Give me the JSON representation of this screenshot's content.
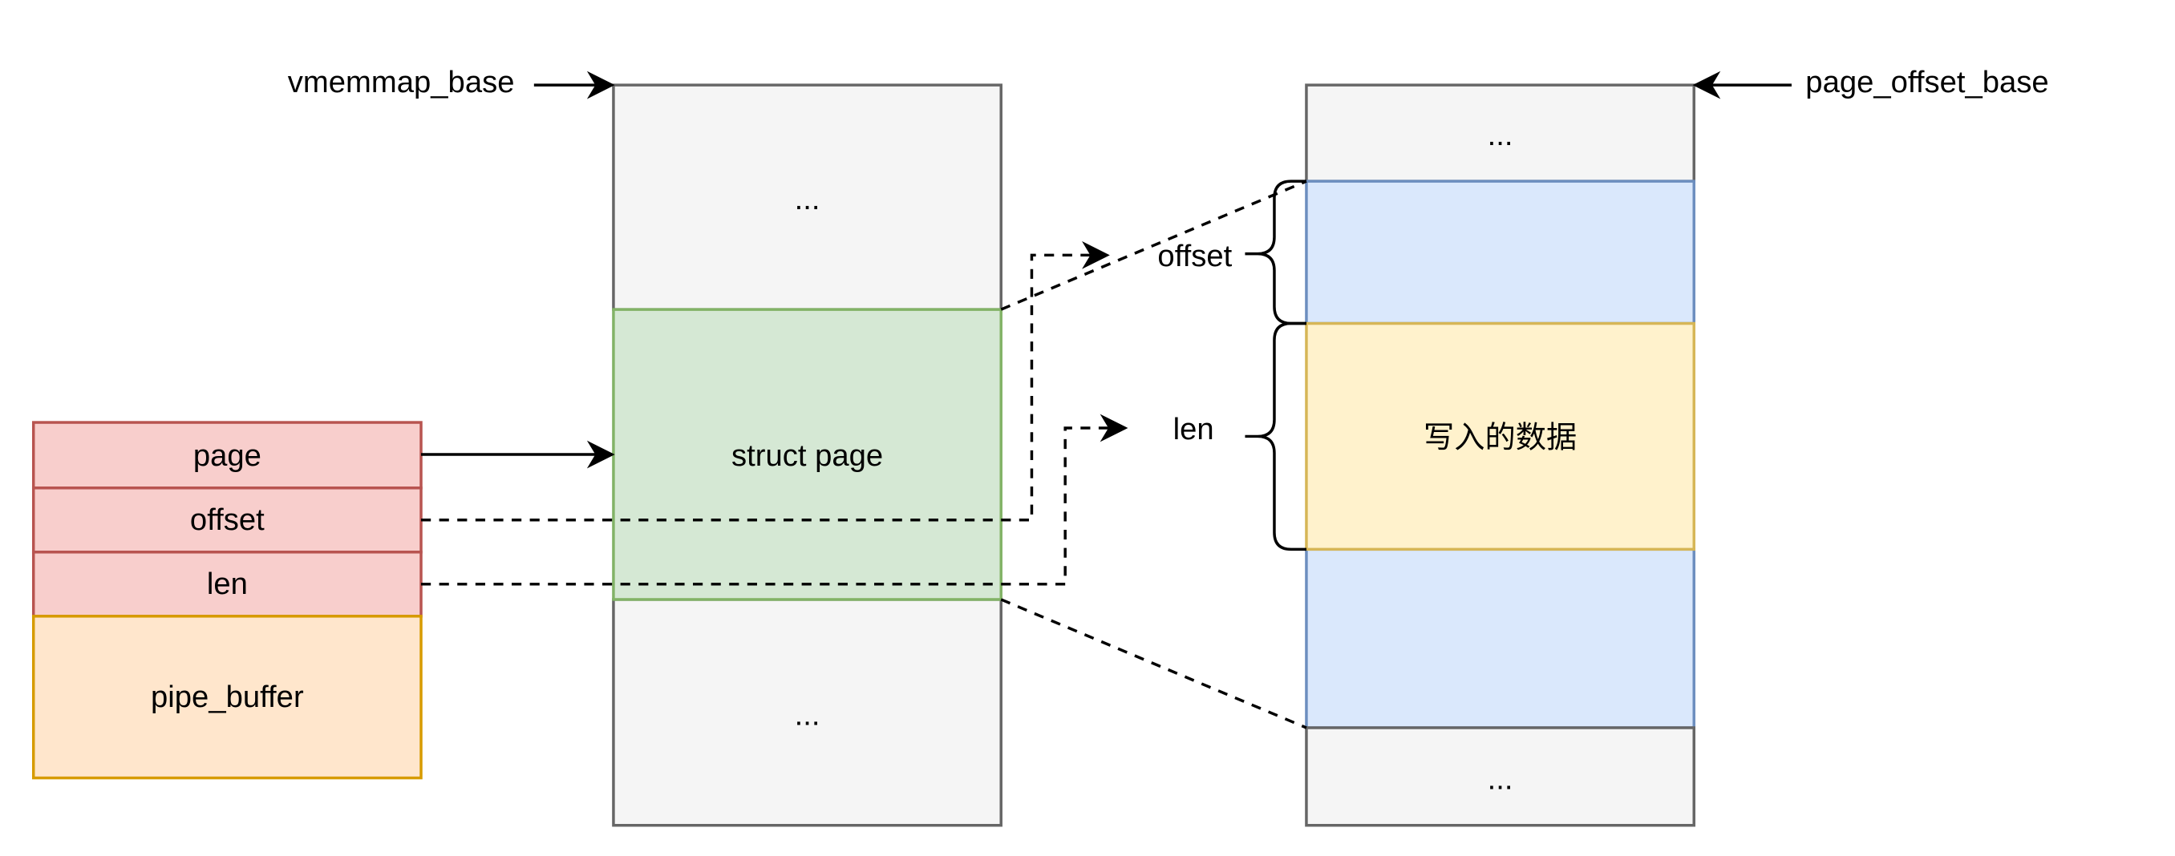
{
  "labels": {
    "vmemmap_base": "vmemmap_base",
    "page_offset_base": "page_offset_base",
    "offset_brace": "offset",
    "len_brace": "len"
  },
  "pipe_buffer": {
    "fields": [
      "page",
      "offset",
      "len"
    ],
    "name": "pipe_buffer"
  },
  "vmemmap": {
    "top": "...",
    "struct_page": "struct page",
    "bottom": "..."
  },
  "physical_memory": {
    "top": "...",
    "written_data": "写入的数据",
    "bottom": "..."
  },
  "colors": {
    "gray_fill": "#f5f5f5",
    "gray_stroke": "#666666",
    "red_fill": "#f8cecc",
    "red_stroke": "#b85450",
    "orange_fill": "#ffe6cc",
    "orange_stroke": "#d79b00",
    "green_fill": "#d5e8d4",
    "green_stroke": "#82b366",
    "blue_fill": "#dae8fc",
    "blue_stroke": "#6c8ebf",
    "yellow_fill": "#fff2cc",
    "yellow_stroke": "#d6b656"
  }
}
